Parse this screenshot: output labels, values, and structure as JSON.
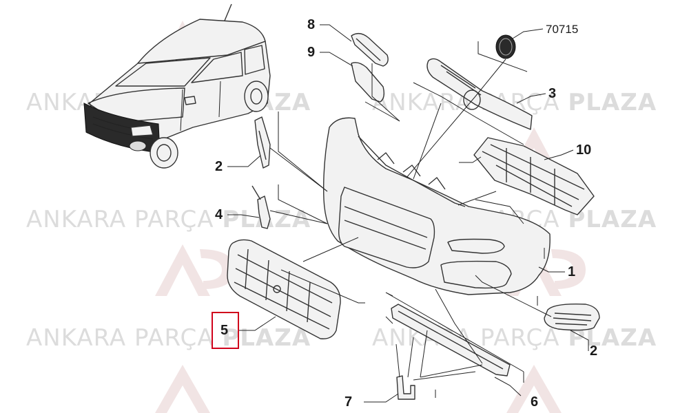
{
  "watermark": {
    "brand_light": "ANKARA",
    "brand_mid": "PARÇA",
    "brand_bold": "PLAZA"
  },
  "callouts": [
    {
      "id": "c8",
      "label": "8"
    },
    {
      "id": "c9",
      "label": "9"
    },
    {
      "id": "c70715",
      "label": "70715"
    },
    {
      "id": "c3",
      "label": "3"
    },
    {
      "id": "c10",
      "label": "10"
    },
    {
      "id": "c2a",
      "label": "2"
    },
    {
      "id": "c4",
      "label": "4"
    },
    {
      "id": "c1",
      "label": "1"
    },
    {
      "id": "c5",
      "label": "5"
    },
    {
      "id": "c2b",
      "label": "2"
    },
    {
      "id": "c7",
      "label": "7"
    },
    {
      "id": "c6",
      "label": "6"
    }
  ],
  "highlight": {
    "callout": "5",
    "color": "#d0021b"
  },
  "colors": {
    "watermark": "#dcdcdc",
    "line": "#222222",
    "highlight": "#d0021b"
  }
}
